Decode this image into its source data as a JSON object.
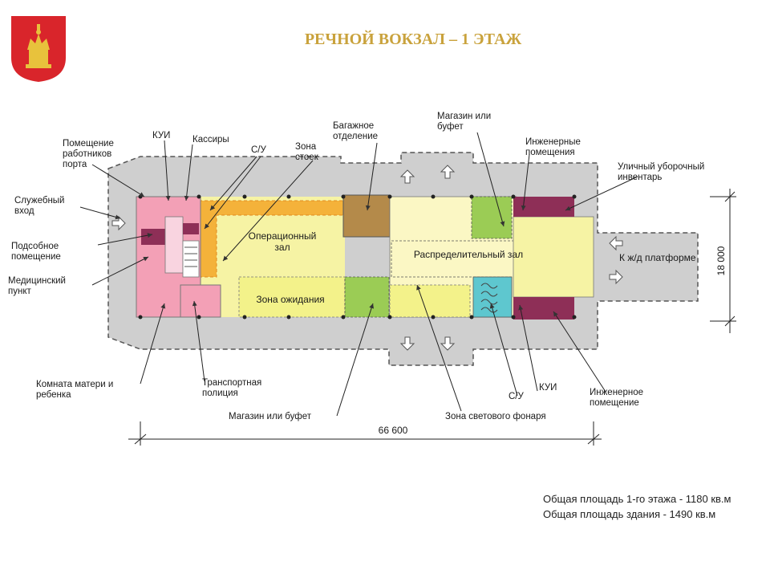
{
  "title": "РЕЧНОЙ ВОКЗАЛ – 1 ЭТАЖ",
  "colors": {
    "emblem": "#d9252b",
    "gold": "#c9a23c",
    "operational": "#f6f3a4",
    "staff": "#f3a0b6",
    "waiting": "#f3f28a",
    "distribution": "#fbf7c4",
    "shop": "#9bcc55",
    "baggage": "#b48a4a",
    "engineering": "#8e2f57",
    "lightwell": "#5ec7cf",
    "corridor": "#f4b23a",
    "surround": "#cfcfcf"
  },
  "icons": {
    "emblem": "tver-coat-of-arms-icon",
    "arrow": "entrance-arrow-icon"
  },
  "labels": {
    "kui_top": "КУИ",
    "staff_room": [
      "Помещение",
      "работников",
      "порта"
    ],
    "cashiers": "Кассиры",
    "su_top": "С/У",
    "stand_zone": [
      "Зона",
      "стоек"
    ],
    "baggage": [
      "Багажное",
      "отделение"
    ],
    "shop_top": [
      "Магазин или",
      "буфет"
    ],
    "engineering_top": [
      "Инженерные",
      "помещения"
    ],
    "street_inventory": [
      "Уличный уборочный",
      "инвентарь"
    ],
    "service_entrance": [
      "Служебный",
      "вход"
    ],
    "utility_room": [
      "Подсобное",
      "помещение"
    ],
    "medical": [
      "Медицинский",
      "пункт"
    ],
    "mother_child": [
      "Комната матери и",
      "ребенка"
    ],
    "transport_police": [
      "Транспортная",
      "полиция"
    ],
    "shop_bottom": "Магазин или буфет",
    "lightwell_zone": "Зона светового фонаря",
    "su_bottom": "С/У",
    "kui_bottom": "КУИ",
    "engineering_bottom": [
      "Инженерное",
      "помещение"
    ],
    "operations_hall": [
      "Операционный",
      "зал"
    ],
    "waiting_zone": "Зона ожидания",
    "distribution_hall": "Распределительный зал",
    "to_platform": "К ж/д платформе",
    "dim_width": "66 600",
    "dim_height": "18 000"
  },
  "areas": {
    "floor": "Общая площадь 1-го этажа - 1180 кв.м",
    "building": "Общая площадь здания - 1490 кв.м"
  }
}
